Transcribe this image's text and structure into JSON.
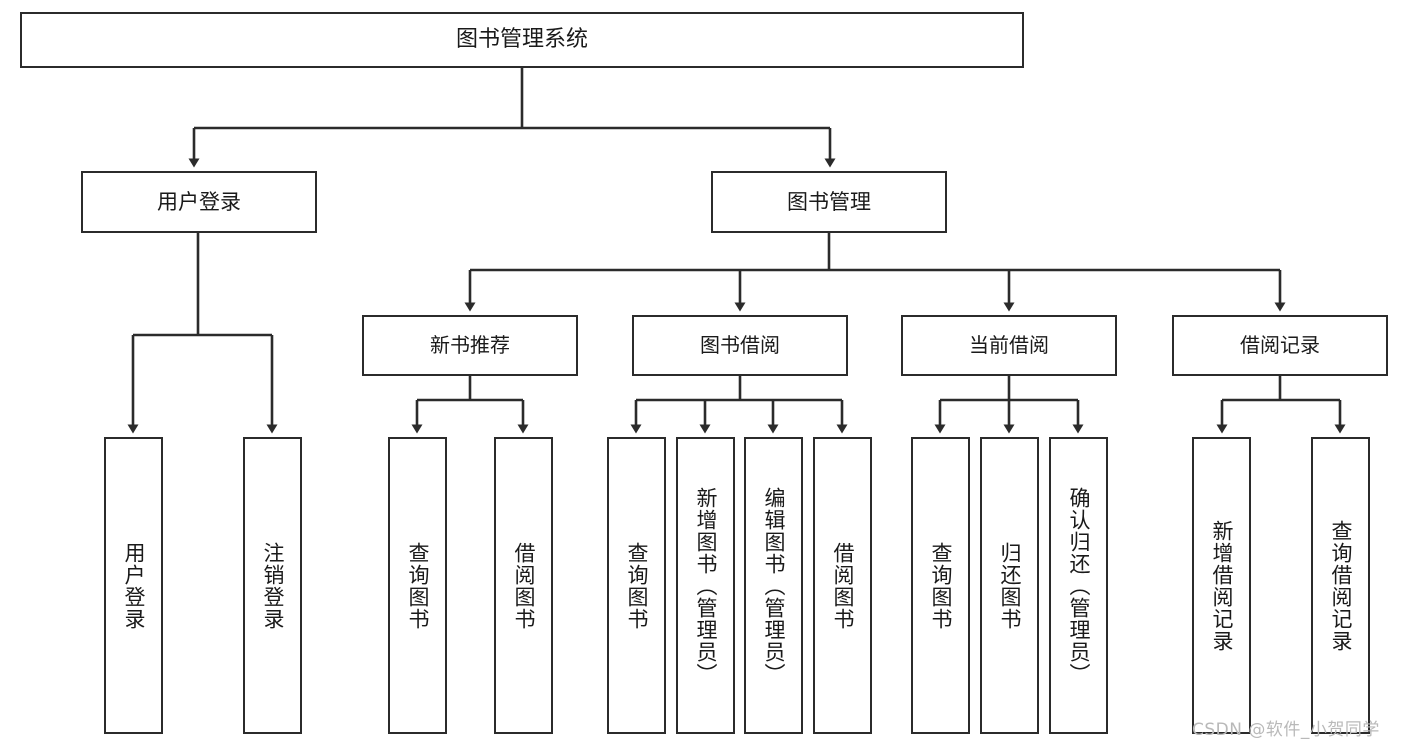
{
  "diagram": {
    "type": "tree",
    "title": "图书管理系统",
    "watermark": "CSDN @软件_小贺同学",
    "colors": {
      "box_border": "#2b2b2b",
      "connector": "#2b2b2b",
      "background": "#ffffff",
      "text": "#1a1a1a",
      "watermark": "#b9b9b9"
    },
    "nodes": {
      "root": {
        "label": "图书管理系统"
      },
      "level1": [
        {
          "label": "用户登录"
        },
        {
          "label": "图书管理"
        }
      ],
      "level2": [
        {
          "label": "新书推荐"
        },
        {
          "label": "图书借阅"
        },
        {
          "label": "当前借阅"
        },
        {
          "label": "借阅记录"
        }
      ],
      "leaves_user_login": [
        {
          "label": "用户登录"
        },
        {
          "label": "注销登录"
        }
      ],
      "leaves_new_books": [
        {
          "label": "查询图书"
        },
        {
          "label": "借阅图书"
        }
      ],
      "leaves_borrow": [
        {
          "label": "查询图书"
        },
        {
          "label": "新增图书（管理员）"
        },
        {
          "label": "编辑图书（管理员）"
        },
        {
          "label": "借阅图书"
        }
      ],
      "leaves_current": [
        {
          "label": "查询图书"
        },
        {
          "label": "归还图书"
        },
        {
          "label": "确认归还（管理员）"
        }
      ],
      "leaves_records": [
        {
          "label": "新增借阅记录"
        },
        {
          "label": "查询借阅记录"
        }
      ]
    }
  }
}
